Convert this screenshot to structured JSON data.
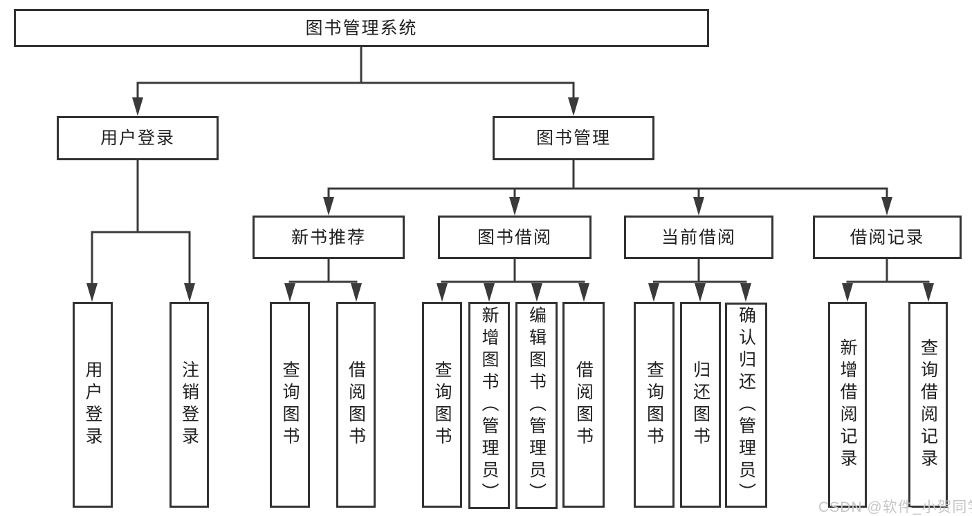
{
  "tree": {
    "root": {
      "label": "图书管理系统",
      "children": [
        {
          "label": "用户登录",
          "children": [
            {
              "label": "用户登录"
            },
            {
              "label": "注销登录"
            }
          ]
        },
        {
          "label": "图书管理",
          "children": [
            {
              "label": "新书推荐",
              "children": [
                {
                  "label": "查询图书"
                },
                {
                  "label": "借阅图书"
                }
              ]
            },
            {
              "label": "图书借阅",
              "children": [
                {
                  "label": "查询图书"
                },
                {
                  "label": "新增图书（管理员）"
                },
                {
                  "label": "编辑图书（管理员）"
                },
                {
                  "label": "借阅图书"
                }
              ]
            },
            {
              "label": "当前借阅",
              "children": [
                {
                  "label": "查询图书"
                },
                {
                  "label": "归还图书"
                },
                {
                  "label": "确认归还（管理员）"
                }
              ]
            },
            {
              "label": "借阅记录",
              "children": [
                {
                  "label": "新增借阅记录"
                },
                {
                  "label": "查询借阅记录"
                }
              ]
            }
          ]
        }
      ]
    }
  },
  "watermark": {
    "text": "CSDN @软件_小贺同学"
  },
  "colors": {
    "line": "#3a3a3a",
    "box_border": "#333333",
    "box_background": "#ffffff",
    "text": "#1f1f1f",
    "watermark": "#c6c6c6",
    "background": "#ffffff"
  }
}
